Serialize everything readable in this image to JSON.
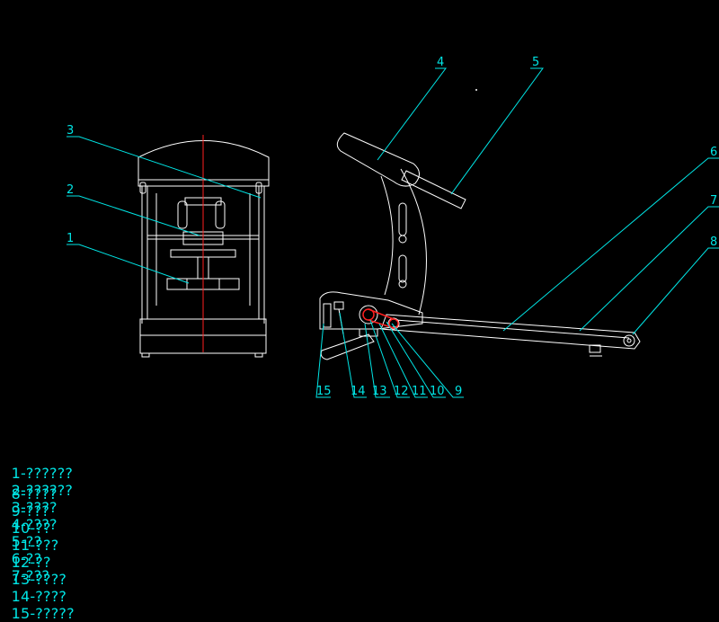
{
  "callouts": [
    "1",
    "2",
    "3",
    "4",
    "5",
    "6",
    "7",
    "8",
    "9",
    "10",
    "11",
    "12",
    "13",
    "14",
    "15"
  ],
  "legend": {
    "row1": [
      "1-??????",
      "2-??????",
      "3-????",
      "4-????",
      "5-??",
      "6-??",
      "7-???"
    ],
    "row2": [
      "8-????",
      "9-???",
      "10-??",
      "11-???",
      "12-??",
      "13-????",
      "14-????",
      "15-?????"
    ]
  },
  "colors": {
    "background": "#000000",
    "outline": "#ffffff",
    "leader": "#00e5e5",
    "centerline": "#ff2020",
    "belt": "#ff2020"
  }
}
